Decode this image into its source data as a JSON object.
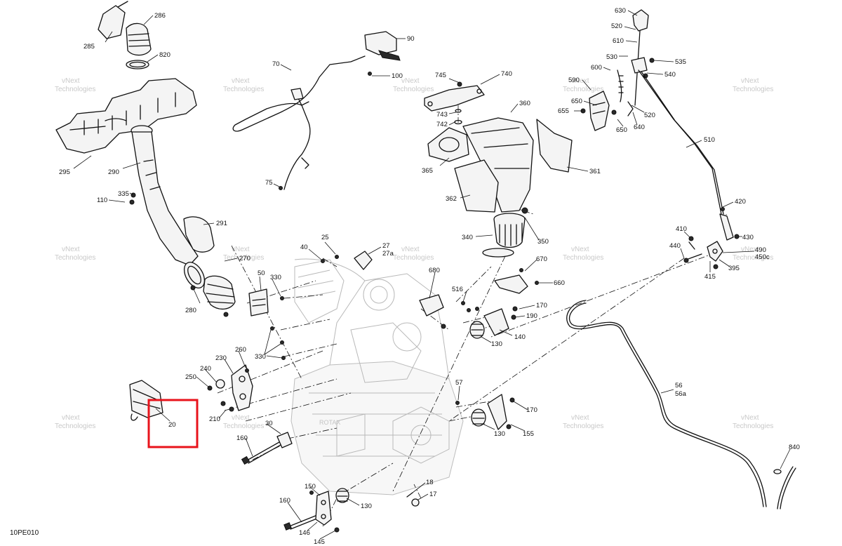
{
  "diagram": {
    "reference_code": "10PE010",
    "watermark_line1": "vNext",
    "watermark_line2": "Technologies",
    "highlight_color": "#e8131b",
    "callouts": {
      "c285": "285",
      "c286": "286",
      "c820": "820",
      "c295": "295",
      "c290": "290",
      "c110": "110",
      "c335": "335",
      "c291": "291",
      "c270": "270",
      "c280": "280",
      "c70": "70",
      "c90": "90",
      "c100": "100",
      "c75": "75",
      "c745": "745",
      "c740": "740",
      "c743": "743",
      "c742": "742",
      "c360": "360",
      "c365": "365",
      "c361": "361",
      "c362": "362",
      "c340": "340",
      "c350": "350",
      "c630": "630",
      "c520a": "520",
      "c610": "610",
      "c535": "535",
      "c530": "530",
      "c600": "600",
      "c540": "540",
      "c590": "590",
      "c650a": "650",
      "c655": "655",
      "c520b": "520",
      "c650b": "650",
      "c640": "640",
      "c510": "510",
      "c420": "420",
      "c410": "410",
      "c430": "430",
      "c440": "440",
      "c490": "490",
      "c450c": "450c",
      "c395": "395",
      "c415": "415",
      "c25": "25",
      "c40": "40",
      "c27": "27",
      "c27a": "27a",
      "c50": "50",
      "c330a": "330",
      "c330b": "330",
      "c680": "680",
      "c670": "670",
      "c660": "660",
      "c516": "516",
      "c170a": "170",
      "c190": "190",
      "c140": "140",
      "c130a": "130",
      "c260": "260",
      "c230": "230",
      "c240": "240",
      "c250": "250",
      "c20": "20",
      "c210": "210",
      "c30": "30",
      "c57": "57",
      "c170b": "170",
      "c130b": "130",
      "c155": "155",
      "c160a": "160",
      "c56": "56",
      "c56a": "56a",
      "c840": "840",
      "c150": "150",
      "c130c": "130",
      "c18": "18",
      "c17": "17",
      "c160b": "160",
      "c146": "146",
      "c145": "145"
    }
  }
}
